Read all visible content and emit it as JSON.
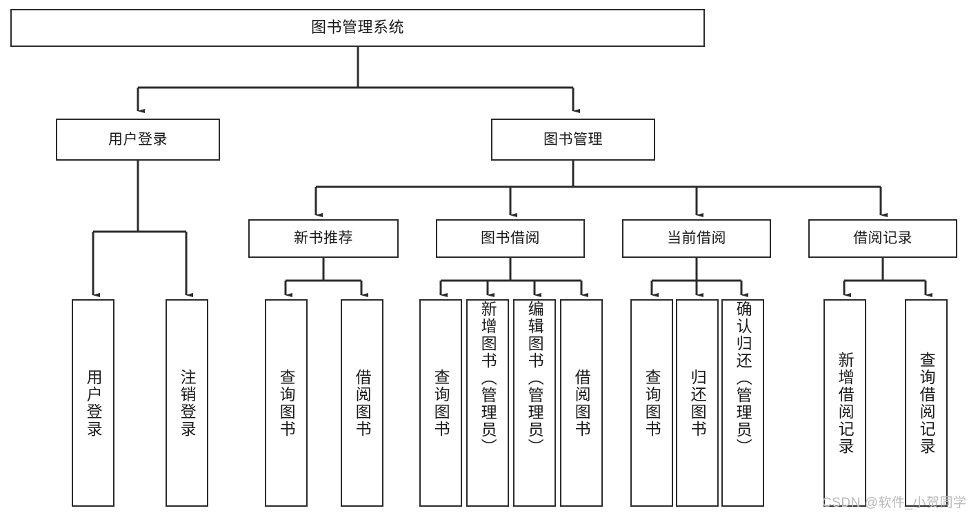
{
  "diagram": {
    "title": "图书管理系统",
    "type": "hierarchy-tree",
    "edge_color": "#2b2b2b",
    "box_border_color": "#2b2b2b",
    "background_color": "#ffffff",
    "text_color": "#1a1a1a"
  },
  "nodes": {
    "root": {
      "label": "图书管理系统"
    },
    "level2": [
      {
        "label": "用户登录"
      },
      {
        "label": "图书管理"
      }
    ],
    "level3": [
      {
        "label": "新书推荐"
      },
      {
        "label": "图书借阅"
      },
      {
        "label": "当前借阅"
      },
      {
        "label": "借阅记录"
      }
    ],
    "leaves": {
      "user_login": [
        {
          "label": "用户登录"
        },
        {
          "label": "注销登录"
        }
      ],
      "new_book_recommend": [
        {
          "label": "查询图书"
        },
        {
          "label": "借阅图书"
        }
      ],
      "book_borrow": [
        {
          "label": "查询图书"
        },
        {
          "label": "新增图书（管理员）"
        },
        {
          "label": "编辑图书（管理员）"
        },
        {
          "label": "借阅图书"
        }
      ],
      "current_borrow": [
        {
          "label": "查询图书"
        },
        {
          "label": "归还图书"
        },
        {
          "label": "确认归还（管理员）"
        }
      ],
      "borrow_record": [
        {
          "label": "新增借阅记录"
        },
        {
          "label": "查询借阅记录"
        }
      ]
    }
  },
  "watermark": {
    "text": "CSDN @软件_小贺同学",
    "color": "#b9b9b9"
  }
}
